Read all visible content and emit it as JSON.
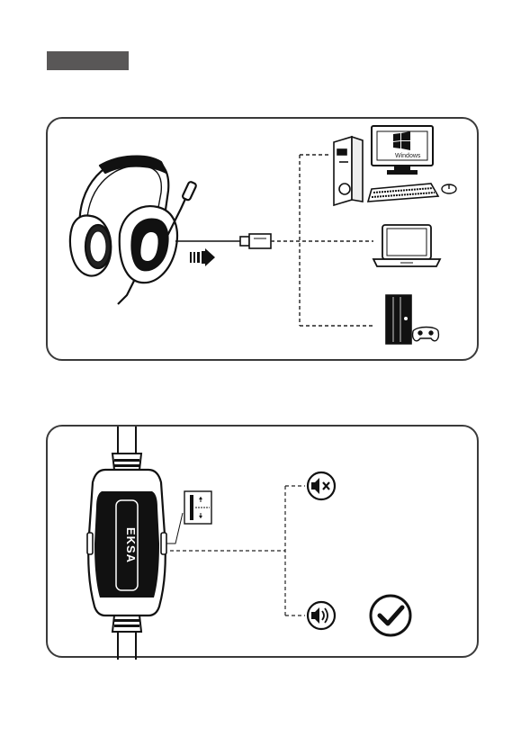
{
  "header": {
    "bar_color": "#595757"
  },
  "connection_panel": {
    "monitor_os_label": "Windows",
    "devices": [
      "desktop-pc",
      "laptop",
      "game-console"
    ],
    "icons": [
      "headset-icon",
      "usb-plug-icon",
      "arrow-right-icon",
      "pc-tower-icon",
      "monitor-icon",
      "keyboard-icon",
      "mouse-icon",
      "laptop-icon",
      "console-icon",
      "gamepad-icon"
    ]
  },
  "inline_control_panel": {
    "controller_brand": "EKSA",
    "icons": [
      "volume-slider-icon",
      "mute-icon",
      "volume-icon",
      "check-icon"
    ]
  }
}
